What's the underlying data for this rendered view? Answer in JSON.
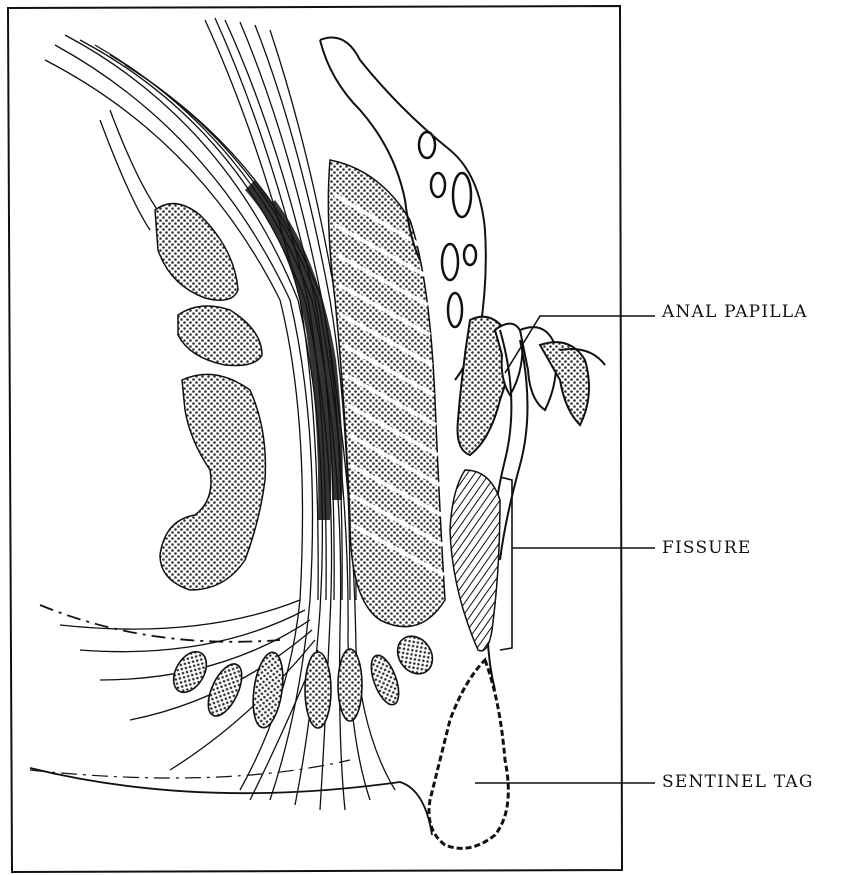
{
  "labels": {
    "anal_papilla": "ANAL PAPILLA",
    "fissure": "FISSURE",
    "sentinel_tag": "SENTINEL TAG"
  },
  "colors": {
    "ink": "#111111",
    "stipple": "#8a8a8a",
    "background": "#ffffff"
  }
}
